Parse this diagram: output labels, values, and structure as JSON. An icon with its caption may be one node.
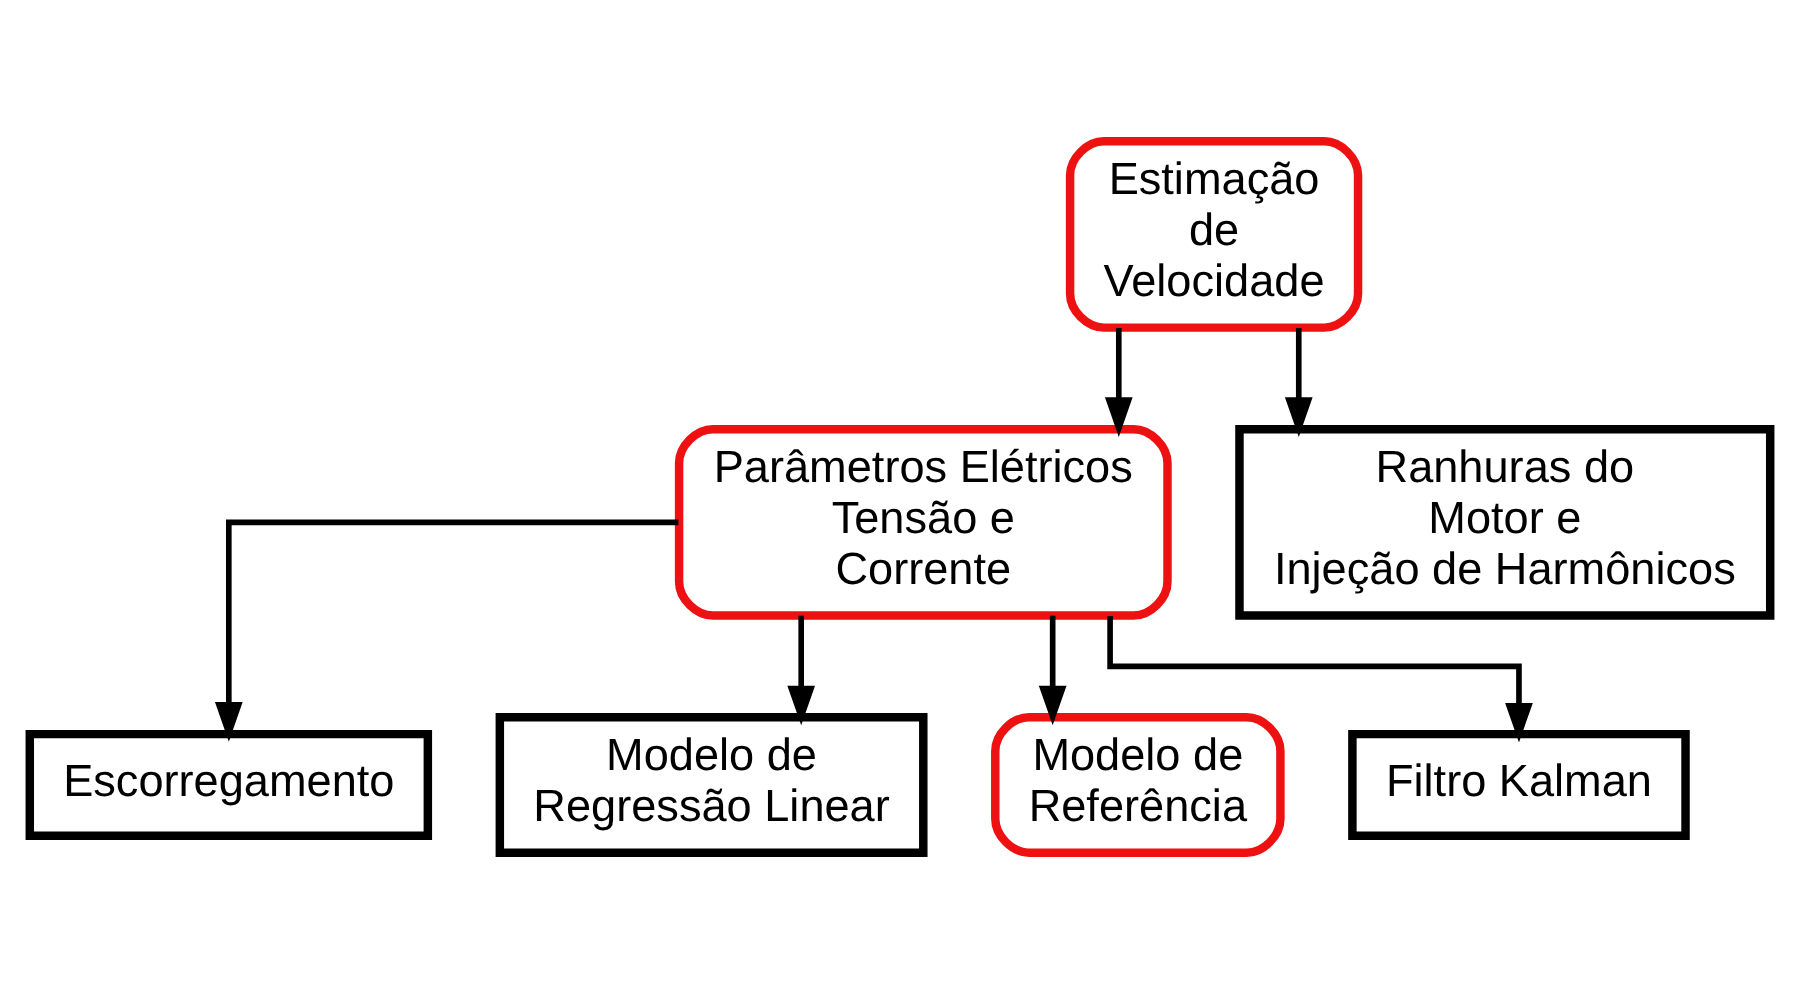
{
  "diagram": {
    "nodes": [
      {
        "text": [
          "Estimação de Velocidade"
        ]
      },
      {
        "text": [
          "Parâmetros Elétricos Tensão e Corrente"
        ]
      },
      {
        "text": [
          "Ranhuras do Motor e Injeção de Harmônicos"
        ]
      },
      {
        "text": [
          "Escorregamento"
        ]
      },
      {
        "text": [
          "Modelo de Regressão Linear"
        ]
      },
      {
        "text": [
          "Modelo de Referência"
        ]
      },
      {
        "text": [
          "Filtro Kalman"
        ]
      }
    ],
    "edges": [
      {
        "from": 0,
        "to": 1,
        "arrow": "to"
      },
      {
        "from": 0,
        "to": 2,
        "arrow": "to"
      },
      {
        "from": 1,
        "to": 3,
        "arrow": "to"
      },
      {
        "from": 1,
        "to": 4,
        "arrow": "to"
      },
      {
        "from": 1,
        "to": 5,
        "arrow": "to"
      },
      {
        "from": 1,
        "to": 6,
        "arrow": "to"
      }
    ]
  }
}
